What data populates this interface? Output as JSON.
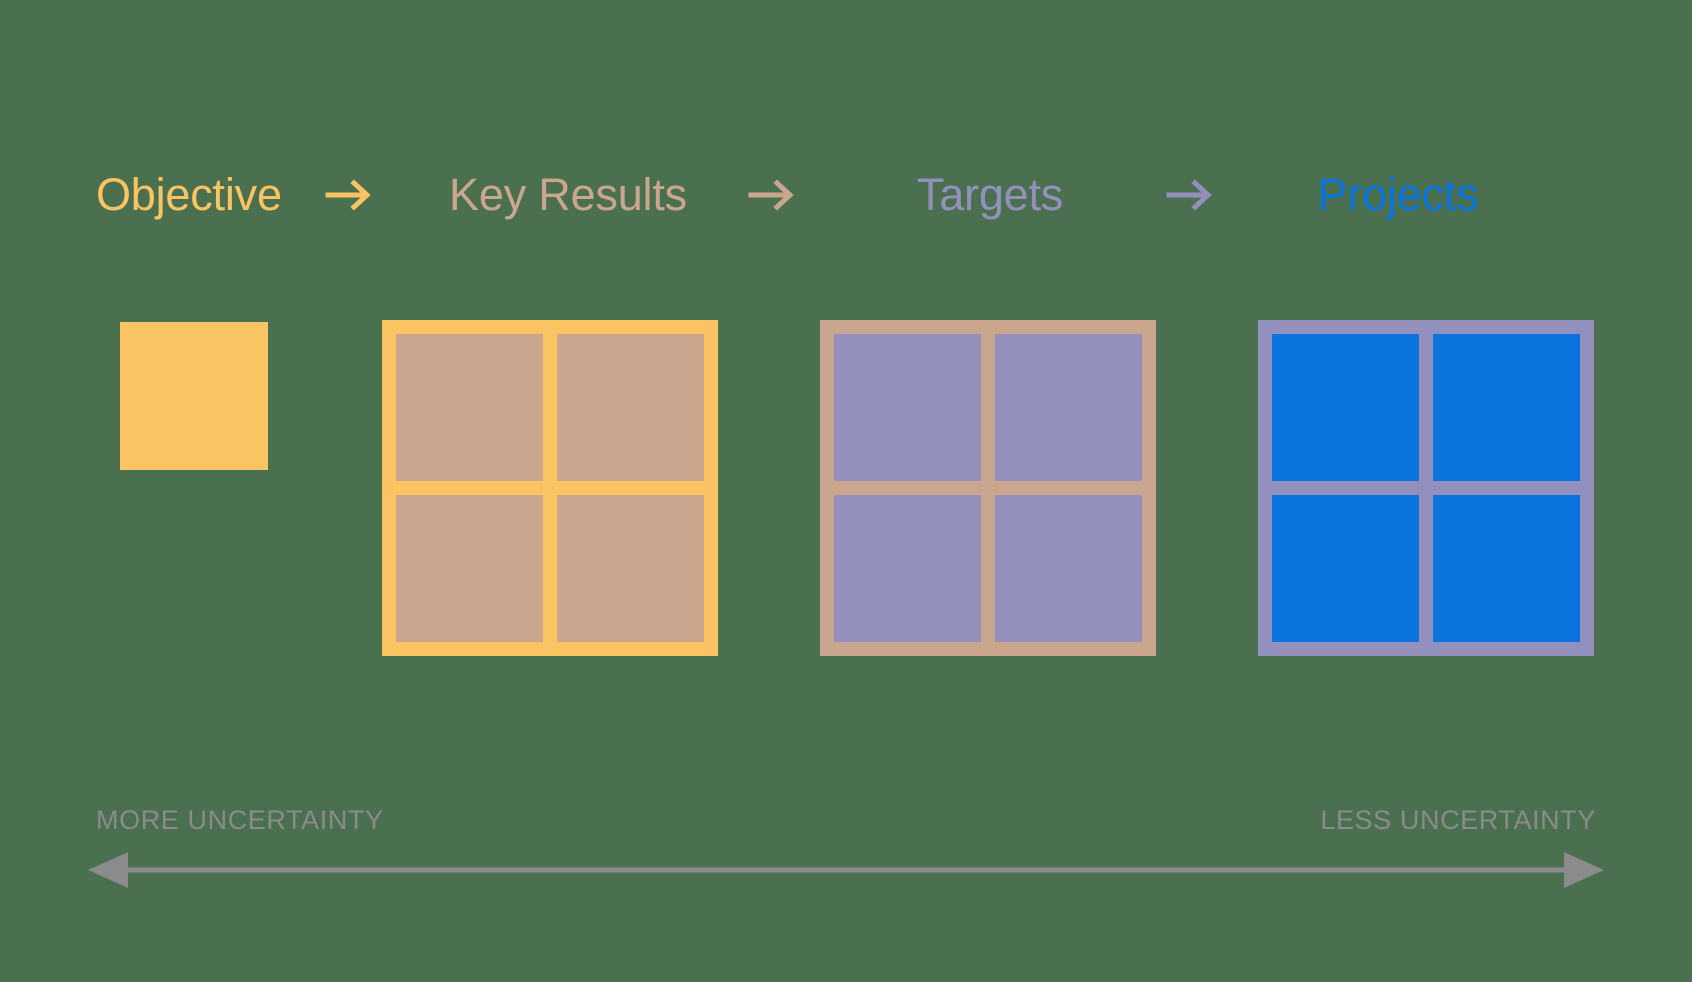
{
  "background_color": "#4a7050",
  "stages": [
    {
      "name": "objective",
      "label": "Objective",
      "label_color": "#fbc462",
      "shape": "single-square",
      "fill_color": "#fbc462",
      "border_color": "#fbc462",
      "cell_count": 1
    },
    {
      "name": "key-results",
      "label": "Key Results",
      "label_color": "#cba68e",
      "shape": "2x2-grid",
      "fill_color": "#cba68e",
      "border_color": "#fbc462",
      "cell_count": 4
    },
    {
      "name": "targets",
      "label": "Targets",
      "label_color": "#9490bd",
      "shape": "2x2-grid",
      "fill_color": "#9490bd",
      "border_color": "#cba68e",
      "cell_count": 4
    },
    {
      "name": "projects",
      "label": "Projects",
      "label_color": "#0a74de",
      "shape": "2x2-grid",
      "fill_color": "#0a74de",
      "border_color": "#9490bd",
      "cell_count": 4
    }
  ],
  "arrows": [
    {
      "name": "arrow-objective-to-key-results",
      "glyph": "right-arrow",
      "color": "#fbc462"
    },
    {
      "name": "arrow-key-results-to-targets",
      "glyph": "right-arrow",
      "color": "#cba68e"
    },
    {
      "name": "arrow-targets-to-projects",
      "glyph": "right-arrow",
      "color": "#9490bd"
    }
  ],
  "scale": {
    "left_label": "MORE UNCERTAINTY",
    "right_label": "LESS UNCERTAINTY",
    "color": "#8b8b8b",
    "arrow_glyph": "double-headed-arrow"
  }
}
